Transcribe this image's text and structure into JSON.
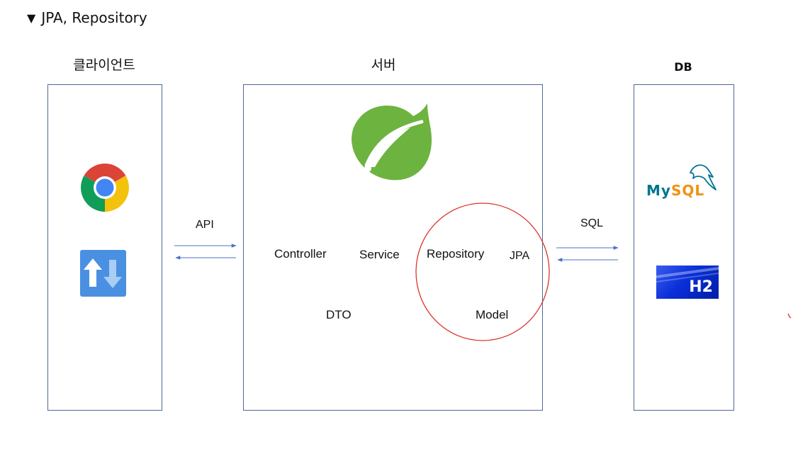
{
  "heading": {
    "marker": "▼",
    "text": "JPA, Repository"
  },
  "columns": {
    "client": {
      "title": "클라이언트"
    },
    "server": {
      "title": "서버"
    },
    "db": {
      "title": "DB"
    }
  },
  "server_layers": {
    "controller": "Controller",
    "service": "Service",
    "repository": "Repository",
    "jpa": "JPA",
    "dto": "DTO",
    "model": "Model"
  },
  "connections": {
    "client_server": "API",
    "server_db": "SQL"
  },
  "logos": {
    "mysql_my": "My",
    "mysql_sql": "SQL",
    "h2": "H2"
  },
  "colors": {
    "box_border": "#4b6a99",
    "arrow": "#4a72c4",
    "highlight_circle": "#d9342b",
    "spring_green": "#6db33f",
    "mysql_blue": "#00758f",
    "mysql_orange": "#f29111",
    "h2_blue": "#0a2fd8"
  },
  "icons": {
    "browser": "chrome-icon",
    "transfer": "upload-download-icon",
    "framework": "spring-leaf-icon",
    "database_1": "mysql-logo-icon",
    "database_2": "h2-logo-icon"
  }
}
